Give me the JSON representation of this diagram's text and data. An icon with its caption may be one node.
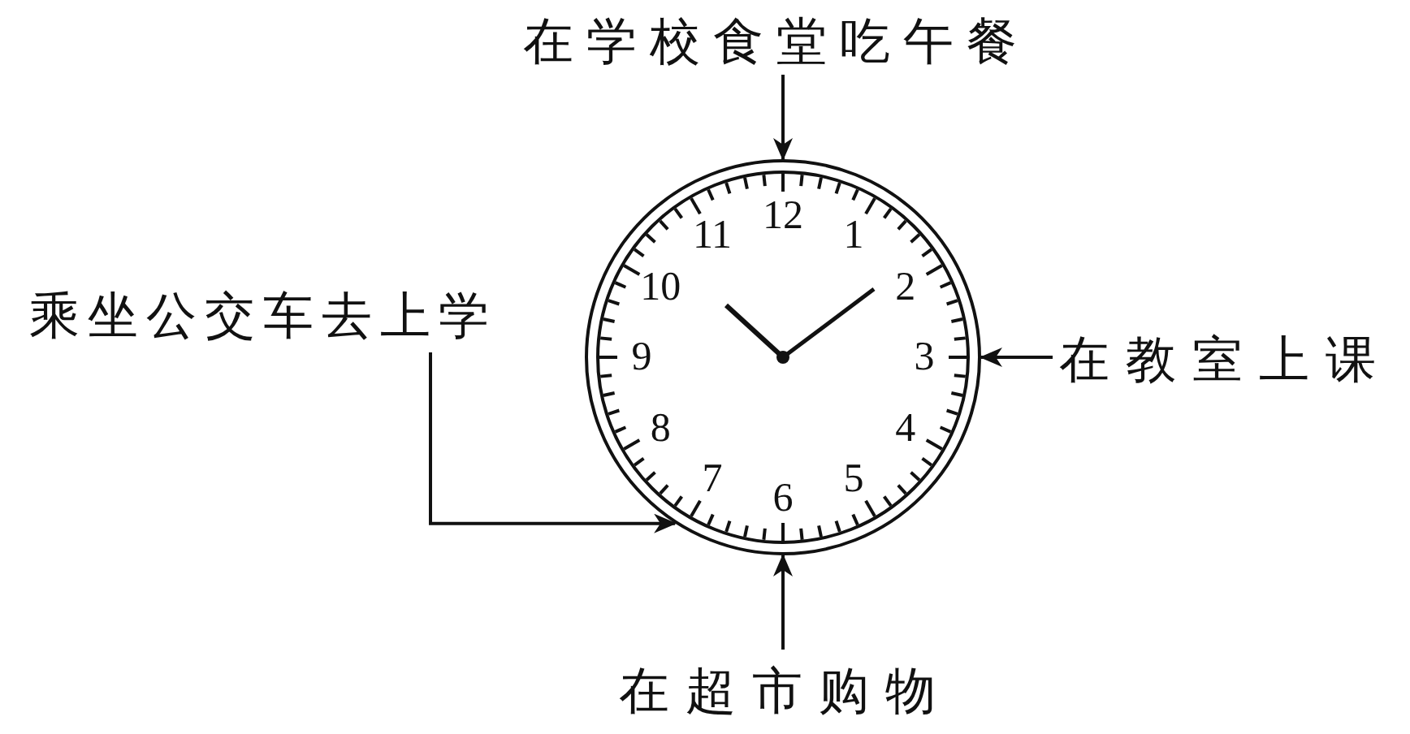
{
  "diagram": {
    "nodes": [
      {
        "text": [
          "在学校食堂吃午餐"
        ]
      },
      {
        "text": [
          "乘坐公交车去上学"
        ]
      },
      {
        "text": [
          "在教室上课"
        ]
      },
      {
        "text": [
          "在超市购物"
        ]
      },
      {
        "text": [],
        "shape": "picture"
      }
    ],
    "edges": [
      {
        "from": 0,
        "to": 4,
        "arrow": "to"
      },
      {
        "from": 1,
        "to": 4,
        "arrow": "to"
      },
      {
        "from": 2,
        "to": 4,
        "arrow": "to"
      },
      {
        "from": 3,
        "to": 4,
        "arrow": "to"
      }
    ],
    "labels": [
      "12",
      "1",
      "2",
      "3",
      "4",
      "5",
      "6",
      "7",
      "8",
      "9",
      "10",
      "11"
    ]
  }
}
